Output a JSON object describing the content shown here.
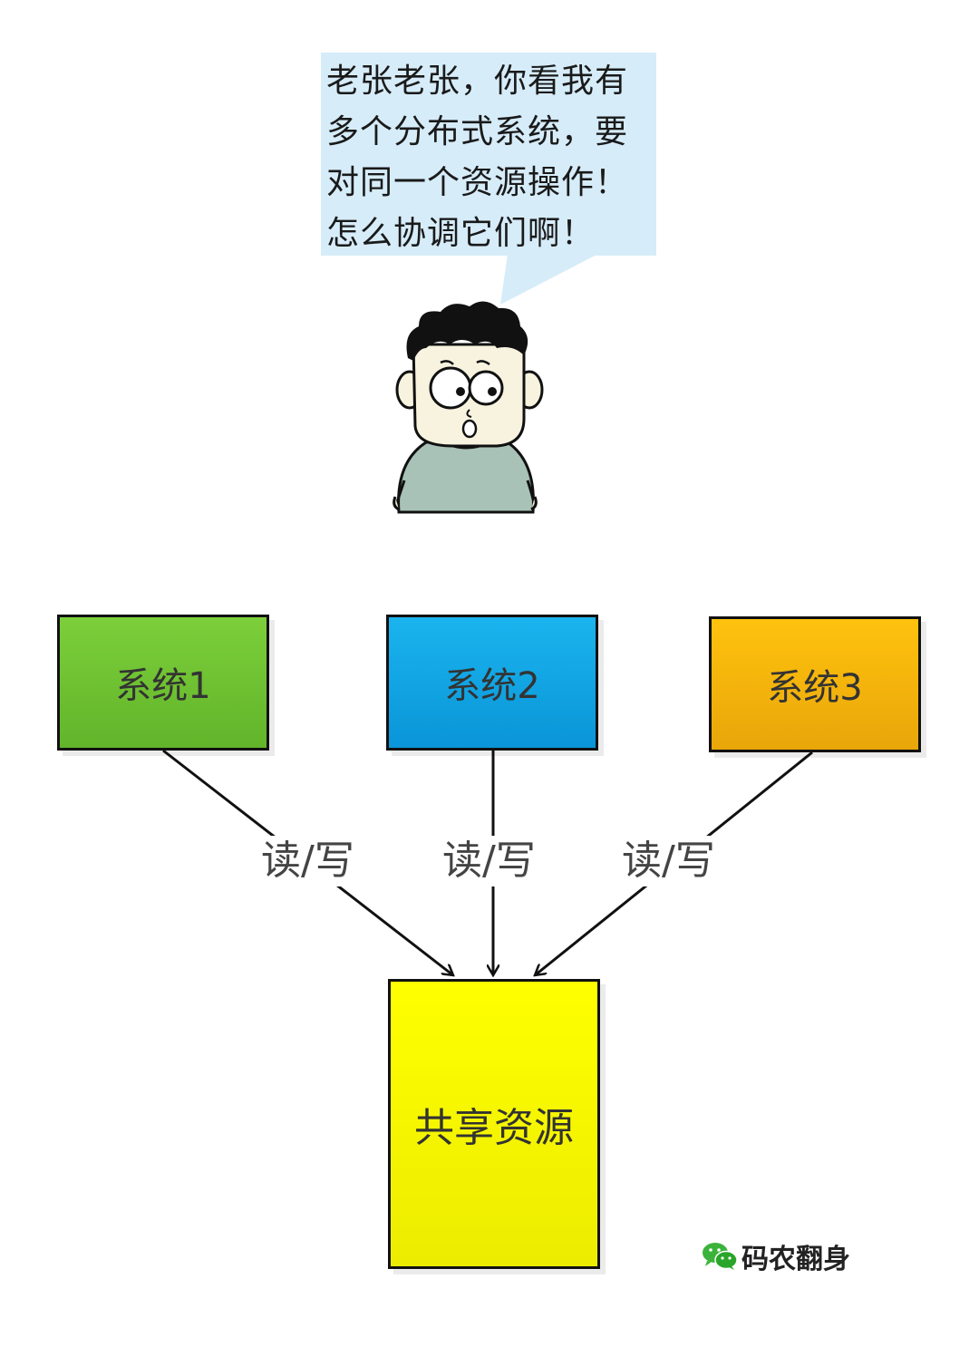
{
  "speech": {
    "lines": [
      "老张老张，你看我有",
      "多个分布式系统，要",
      "对同一个资源操作！",
      "怎么协调它们啊！"
    ]
  },
  "systems": [
    {
      "label": "系统1",
      "color": "#70c234"
    },
    {
      "label": "系统2",
      "color": "#12a5e4"
    },
    {
      "label": "系统3",
      "color": "#f4b40c"
    }
  ],
  "resource": {
    "label": "共享资源",
    "color": "#ffff00"
  },
  "edge_label": "读/写",
  "watermark": {
    "text": "码农翻身",
    "icon": "wechat-icon"
  }
}
